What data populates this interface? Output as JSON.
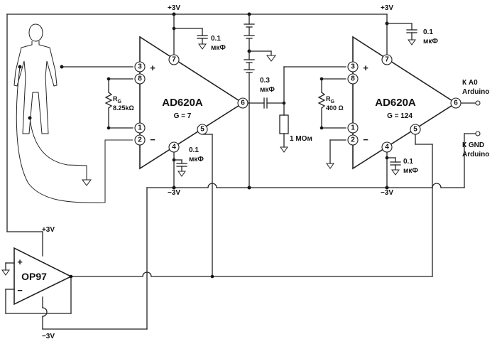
{
  "supply": {
    "pos": "+3V",
    "neg": "−3V"
  },
  "amp1": {
    "name": "AD620A",
    "gain": "G = 7",
    "rg_label": "R",
    "rg_sub": "G",
    "rg_value": "8.25kΩ",
    "pins": [
      "3",
      "8",
      "1",
      "2",
      "7",
      "4",
      "5",
      "6"
    ],
    "cap_top": [
      "0.1",
      "мкФ"
    ],
    "cap_bottom": [
      "0.1",
      "мкФ"
    ]
  },
  "amp2": {
    "name": "AD620A",
    "gain": "G = 124",
    "rg_label": "R",
    "rg_sub": "G",
    "rg_value": "400 Ω",
    "pins": [
      "3",
      "8",
      "1",
      "2",
      "7",
      "4",
      "5",
      "6"
    ],
    "cap_top": [
      "0.1",
      "мкФ"
    ],
    "cap_bottom": [
      "0.1",
      "мкФ"
    ]
  },
  "coupling": {
    "cap": [
      "0.3",
      "мкФ"
    ],
    "resistor": "1 МОм"
  },
  "op97": {
    "name": "OP97",
    "plus": "+",
    "minus": "−"
  },
  "signs": {
    "plus": "+",
    "minus": "−"
  },
  "outputs": {
    "a0": [
      "К A0",
      "Arduino"
    ],
    "gnd": [
      "К GND",
      "Arduino"
    ]
  }
}
